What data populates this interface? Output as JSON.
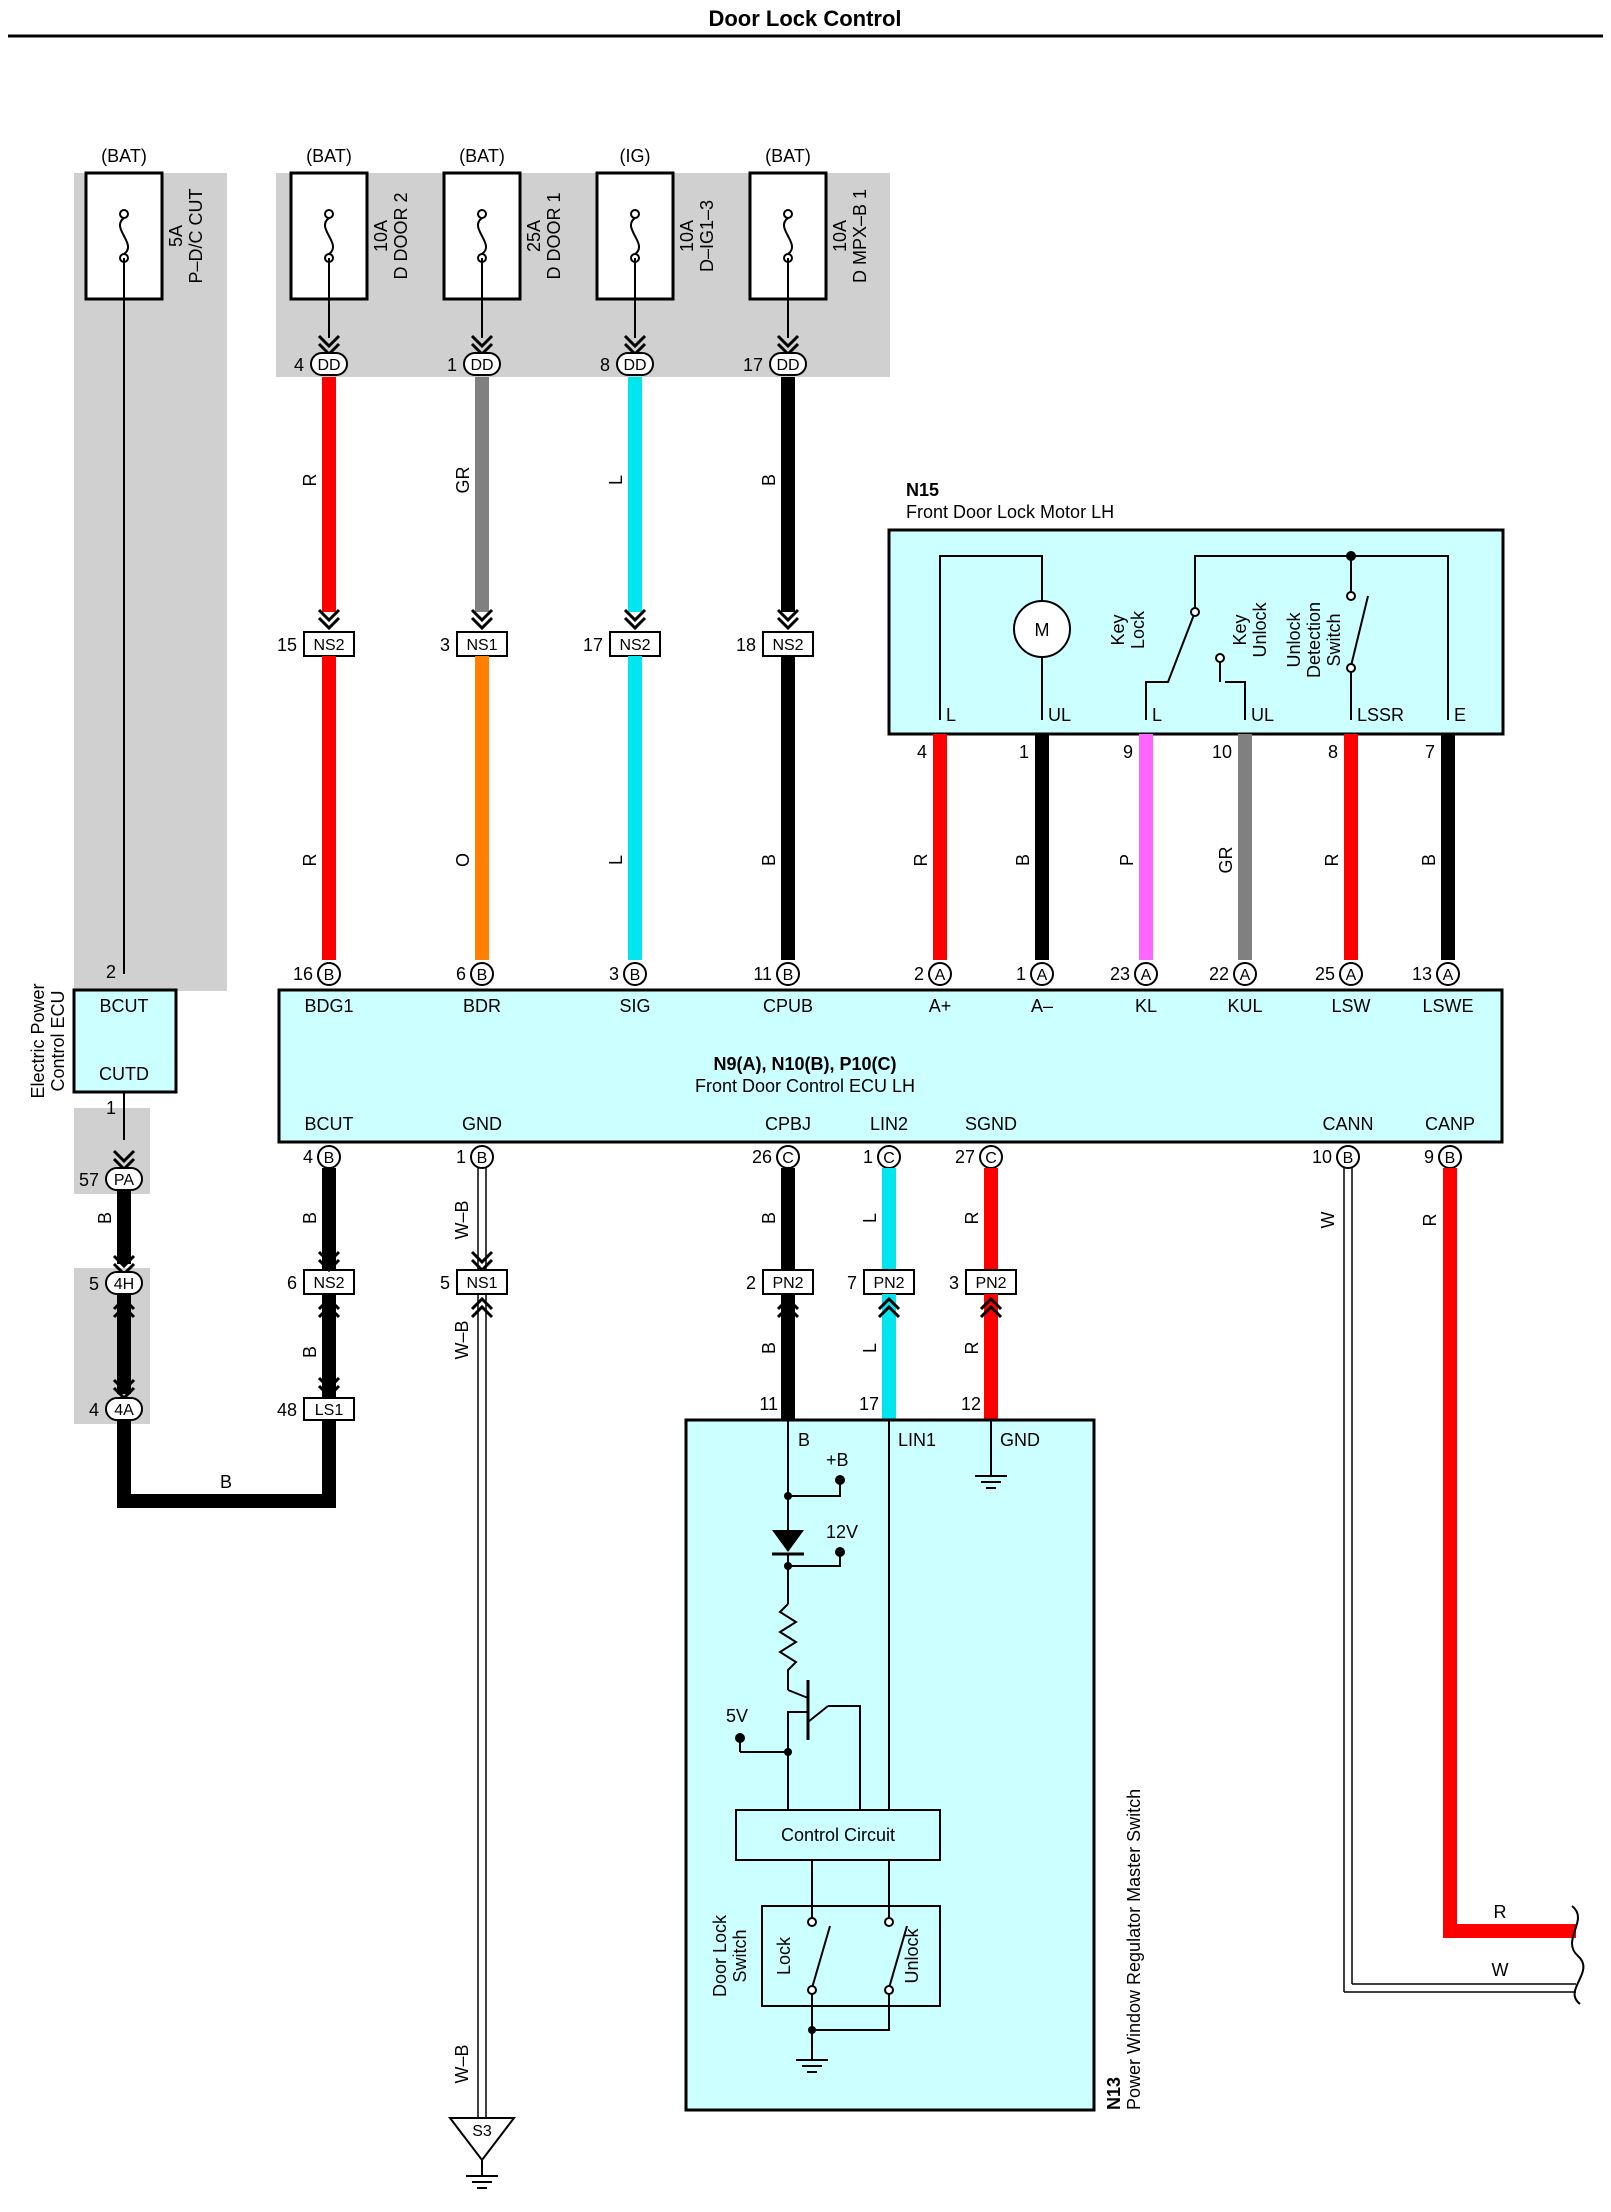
{
  "title": "Door Lock Control",
  "fuses": [
    {
      "id": "pdc",
      "source": "(BAT)",
      "label": "5A\nP–D/C CUT"
    },
    {
      "id": "door2",
      "source": "(BAT)",
      "label": "10A\nD DOOR 2"
    },
    {
      "id": "door1",
      "source": "(BAT)",
      "label": "25A\nD DOOR 1"
    },
    {
      "id": "ig",
      "source": "(IG)",
      "label": "10A\nD–IG1–3"
    },
    {
      "id": "mpx",
      "source": "(BAT)",
      "label": "10A\nD MPX–B 1"
    }
  ],
  "dd_pins": [
    "4",
    "1",
    "8",
    "17"
  ],
  "dd_label": "DD",
  "upper_wires": [
    {
      "color": "R",
      "hex": "#ff0000"
    },
    {
      "color": "GR",
      "hex": "#808080"
    },
    {
      "color": "L",
      "hex": "#00e5ee"
    },
    {
      "color": "B",
      "hex": "#000000"
    }
  ],
  "ns_connectors": [
    {
      "pin": "15",
      "label": "NS2"
    },
    {
      "pin": "3",
      "label": "NS1"
    },
    {
      "pin": "17",
      "label": "NS2"
    },
    {
      "pin": "18",
      "label": "NS2"
    }
  ],
  "lower_left_wires": [
    {
      "color": "R",
      "hex": "#ff0000"
    },
    {
      "color": "O",
      "hex": "#ff8000"
    },
    {
      "color": "L",
      "hex": "#00e5ee"
    },
    {
      "color": "B",
      "hex": "#000000"
    }
  ],
  "motor": {
    "code": "N15",
    "name": "Front Door Lock Motor LH",
    "m": "M",
    "key_lock": "Key\nLock",
    "key_unlock": "Key\nUnlock",
    "detect": "Unlock\nDetection\nSwitch",
    "terminals": [
      "L",
      "UL",
      "L",
      "UL",
      "LSSR",
      "E"
    ],
    "pins": [
      "4",
      "1",
      "9",
      "10",
      "8",
      "7"
    ],
    "wires": [
      {
        "color": "R",
        "hex": "#ff0000"
      },
      {
        "color": "B",
        "hex": "#000000"
      },
      {
        "color": "P",
        "hex": "#ff66ff"
      },
      {
        "color": "GR",
        "hex": "#808080"
      },
      {
        "color": "R",
        "hex": "#ff0000"
      },
      {
        "color": "B",
        "hex": "#000000"
      }
    ]
  },
  "epc_ecu": {
    "name": "Electric Power\nControl ECU",
    "t1": "BCUT",
    "t2": "CUTD",
    "top_pin": "2",
    "bottom_pin": "1"
  },
  "ecu": {
    "title": "N9(A), N10(B), P10(C)",
    "name": "Front Door Control ECU LH",
    "top_terminals": [
      {
        "pin": "16",
        "conn": "B",
        "name": "BDG1"
      },
      {
        "pin": "6",
        "conn": "B",
        "name": "BDR"
      },
      {
        "pin": "3",
        "conn": "B",
        "name": "SIG"
      },
      {
        "pin": "11",
        "conn": "B",
        "name": "CPUB"
      },
      {
        "pin": "2",
        "conn": "A",
        "name": "A+"
      },
      {
        "pin": "1",
        "conn": "A",
        "name": "A–"
      },
      {
        "pin": "23",
        "conn": "A",
        "name": "KL"
      },
      {
        "pin": "22",
        "conn": "A",
        "name": "KUL"
      },
      {
        "pin": "25",
        "conn": "A",
        "name": "LSW"
      },
      {
        "pin": "13",
        "conn": "A",
        "name": "LSWE"
      }
    ],
    "bottom_terminals": [
      {
        "pin": "4",
        "conn": "B",
        "name": "BCUT"
      },
      {
        "pin": "1",
        "conn": "B",
        "name": "GND"
      },
      {
        "pin": "26",
        "conn": "C",
        "name": "CPBJ"
      },
      {
        "pin": "1",
        "conn": "C",
        "name": "LIN2"
      },
      {
        "pin": "27",
        "conn": "C",
        "name": "SGND"
      },
      {
        "pin": "10",
        "conn": "B",
        "name": "CANN"
      },
      {
        "pin": "9",
        "conn": "B",
        "name": "CANP"
      }
    ]
  },
  "pa": {
    "pin": "57",
    "label": "PA"
  },
  "h4": {
    "pin": "5",
    "label": "4H"
  },
  "a4": {
    "pin": "4",
    "label": "4A"
  },
  "ns2_b": {
    "pin": "6",
    "label": "NS2"
  },
  "ns1_b": {
    "pin": "5",
    "label": "NS1"
  },
  "ls1": {
    "pin": "48",
    "label": "LS1"
  },
  "pn2": [
    {
      "pin": "2",
      "label": "PN2"
    },
    {
      "pin": "7",
      "label": "PN2"
    },
    {
      "pin": "3",
      "label": "PN2"
    }
  ],
  "lower_wires": {
    "B": "B",
    "WB": "W–B",
    "L": "L",
    "R": "R",
    "W": "W"
  },
  "switch": {
    "code": "N13",
    "name": "Power Window Regulator Master Switch",
    "pins": [
      "11",
      "17",
      "12"
    ],
    "terms": [
      "B",
      "LIN1",
      "GND"
    ],
    "plusb": "+B",
    "v12": "12V",
    "v5": "5V",
    "control": "Control Circuit",
    "door_lock": "Door Lock\nSwitch",
    "lock": "Lock",
    "unlock": "Unlock"
  },
  "s3": "S3"
}
